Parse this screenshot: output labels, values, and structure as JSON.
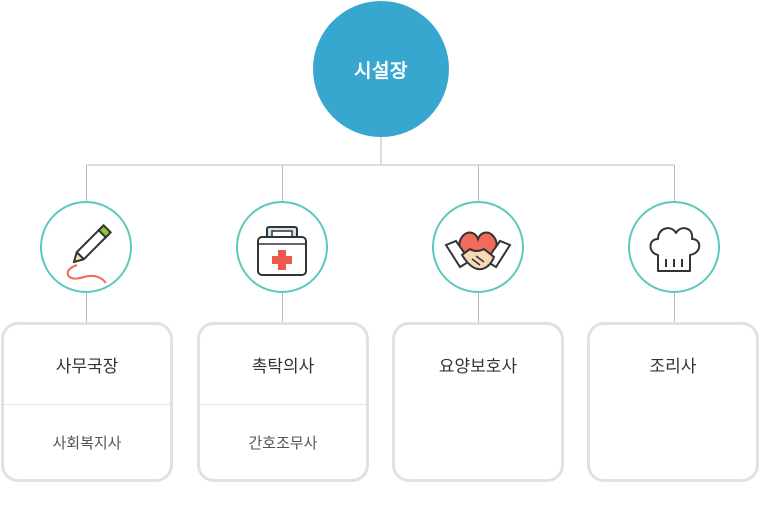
{
  "root": {
    "label": "시설장"
  },
  "departments": [
    {
      "title": "사무국장",
      "subtitle": "사회복지사",
      "icon": "pencil-icon"
    },
    {
      "title": "촉탁의사",
      "subtitle": "간호조무사",
      "icon": "first-aid-kit-icon"
    },
    {
      "title": "요양보호사",
      "subtitle": "",
      "icon": "heart-handshake-icon"
    },
    {
      "title": "조리사",
      "subtitle": "",
      "icon": "chef-hat-icon"
    }
  ],
  "colors": {
    "root_fill": "#37a7cf",
    "icon_ring": "#5bc8bb",
    "card_border": "#dde2e4",
    "connector": "#bbbbbb"
  }
}
